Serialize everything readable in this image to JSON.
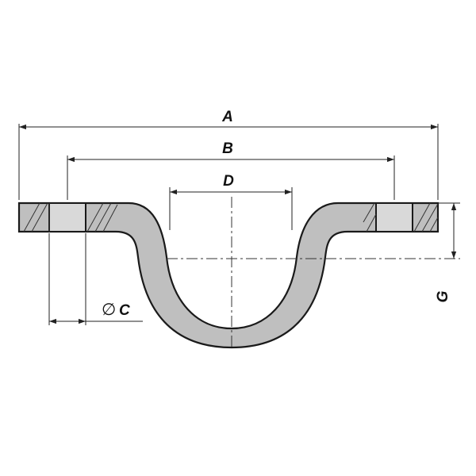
{
  "dimensions": {
    "a": "A",
    "b": "B",
    "c_symbol": "∅",
    "c": "C",
    "d": "D",
    "g": "G"
  },
  "colors": {
    "part_fill": "#bfbfbf",
    "bore_fill": "#d9d9d9",
    "line": "#1a1a1a"
  }
}
